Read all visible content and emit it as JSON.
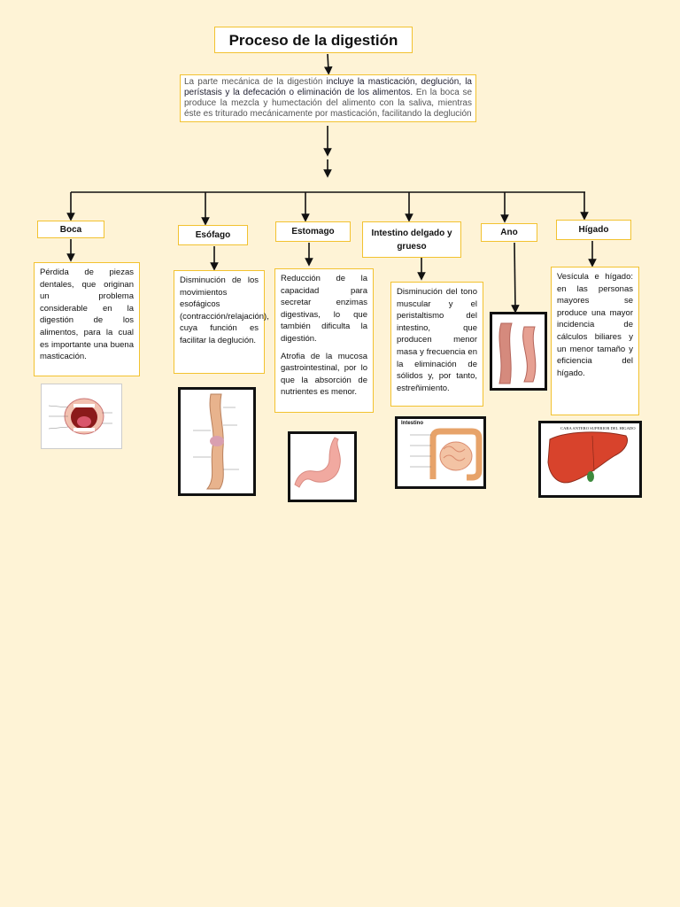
{
  "title": "Proceso de la digestión",
  "intro": {
    "part1": "La parte mecánica de la digestión ",
    "part2": "incluye la masticación, deglución, la perístasis y la defecación o eliminación de los alimentos.",
    "part3": " En la boca se produce la mezcla y humectación del alimento con la saliva, mientras éste es triturado mecánicamente por masticación, facilitando la deglución"
  },
  "categories": [
    {
      "name": "Boca",
      "desc": "Pérdida de piezas dentales, que originan un problema considerable en la digestión de los alimentos, para la cual es importante una buena masticación."
    },
    {
      "name": "Esófago",
      "desc": "Disminución de los movimientos esofágicos (contracción/relajación), cuya función es facilitar la deglución."
    },
    {
      "name": "Estomago",
      "desc": "Reducción de la capacidad para secretar enzimas digestivas, lo que también dificulta la digestión.",
      "desc2": "Atrofia de la mucosa gastrointestinal, por lo que la absorción de nutrientes es menor."
    },
    {
      "name": "Intestino delgado y grueso",
      "desc": "Disminución del tono muscular y el peristaltismo del intestino, que producen menor masa y frecuencia en la eliminación de sólidos y, por tanto, estreñimiento."
    },
    {
      "name": "Ano"
    },
    {
      "name": "Hígado",
      "desc": "Vesícula e hígado: en las personas mayores se produce una mayor incidencia de cálculos biliares y un menor tamaño y eficiencia del hígado."
    }
  ],
  "images": {
    "intestine_label": "Intestino",
    "liver_title": "CARA ANTERO SUPERIOR DEL HIGADO"
  }
}
